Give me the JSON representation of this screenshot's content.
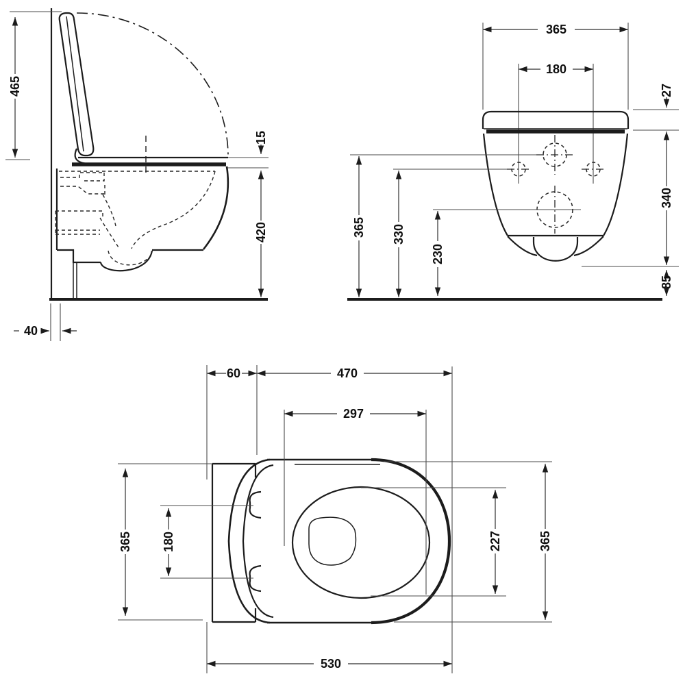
{
  "dims": {
    "side": {
      "overall_height": "465",
      "seat_thickness": "15",
      "rim_height": "420",
      "wall_offset": "40"
    },
    "front": {
      "overall_width": "365",
      "hole_spacing": "180",
      "lid_height": "27",
      "body_height": "340",
      "outlet_clearance": "85",
      "inlet_height": "365",
      "hole_height": "330",
      "drain_height": "230"
    },
    "plan": {
      "rear_depth": "60",
      "front_depth": "470",
      "opening_length": "297",
      "seat_width": "365",
      "hinge_spacing": "180",
      "opening_width": "227",
      "bowl_width": "365",
      "overall_length": "530"
    }
  },
  "colors": {
    "line": "#1c1c1c",
    "dimension_line": "#2e2e2e",
    "background": "#ffffff",
    "text": "#101010"
  }
}
